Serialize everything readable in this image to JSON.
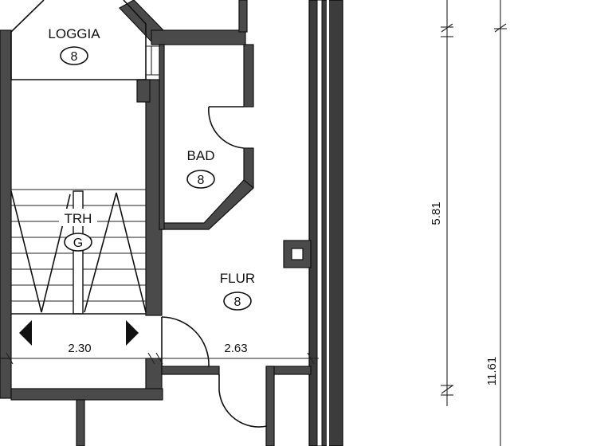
{
  "rooms": {
    "loggia": {
      "name": "LOGGIA",
      "code": "8"
    },
    "bad": {
      "name": "BAD",
      "code": "8"
    },
    "trh": {
      "name": "TRH",
      "code": "G"
    },
    "flur": {
      "name": "FLUR",
      "code": "8"
    }
  },
  "dimensions": {
    "stair_width": "2.30",
    "flur_width": "2.63",
    "inner_height": "5.81",
    "outer_height": "11.61"
  },
  "colors": {
    "wall": "#4a4a4a",
    "line": "#111111",
    "background": "#ffffff"
  }
}
